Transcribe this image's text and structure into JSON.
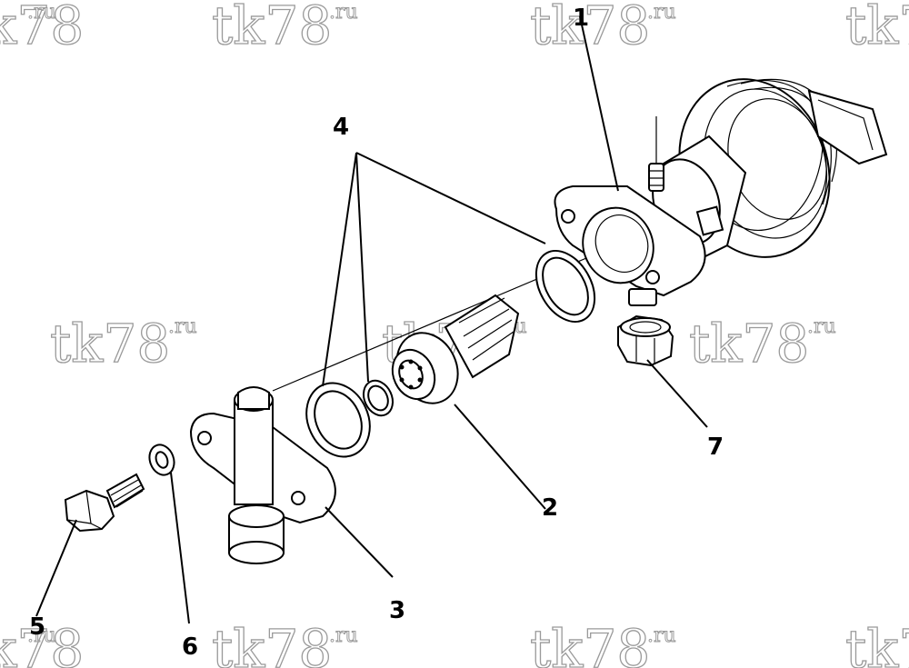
{
  "watermark": {
    "main": "tk78",
    "suffix": ".ru"
  },
  "callouts": [
    {
      "id": "1",
      "label": "1"
    },
    {
      "id": "2",
      "label": "2"
    },
    {
      "id": "3",
      "label": "3"
    },
    {
      "id": "4",
      "label": "4"
    },
    {
      "id": "5",
      "label": "5"
    },
    {
      "id": "6",
      "label": "6"
    },
    {
      "id": "7",
      "label": "7"
    }
  ]
}
